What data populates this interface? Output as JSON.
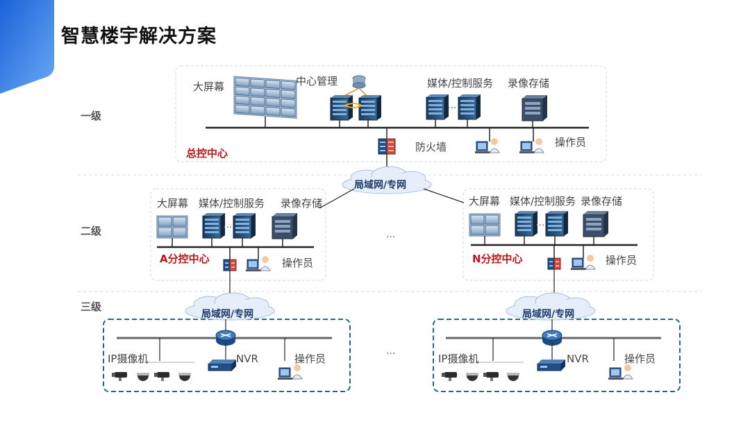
{
  "title": "智慧楼宇解决方案",
  "levels": {
    "l1": "一级",
    "l2": "二级",
    "l3": "三级"
  },
  "top": {
    "big_screen": "大屏幕",
    "center_mgmt": "中心管理",
    "media_ctrl": "媒体/控制服务",
    "record_storage": "录像存储",
    "firewall": "防火墙",
    "operator": "操作员",
    "center_name": "总控中心"
  },
  "cloud_label": "局域网/专网",
  "sub_a": {
    "big_screen": "大屏幕",
    "media_ctrl": "媒体/控制服务",
    "record_storage": "录像存储",
    "operator": "操作员",
    "center_name": "A分控中心"
  },
  "sub_n": {
    "big_screen": "大屏幕",
    "media_ctrl": "媒体/控制服务",
    "record_storage": "录像存储",
    "operator": "操作员",
    "center_name": "N分控中心"
  },
  "edge_left": {
    "camera": "IP摄像机",
    "nvr": "NVR",
    "operator": "操作员"
  },
  "edge_right": {
    "camera": "IP摄像机",
    "nvr": "NVR",
    "operator": "操作员"
  },
  "ellipsis": "...",
  "colors": {
    "accent_blue": "#2f7fe0",
    "red": "#c0141b",
    "dashed_teal": "#1e6a86"
  }
}
